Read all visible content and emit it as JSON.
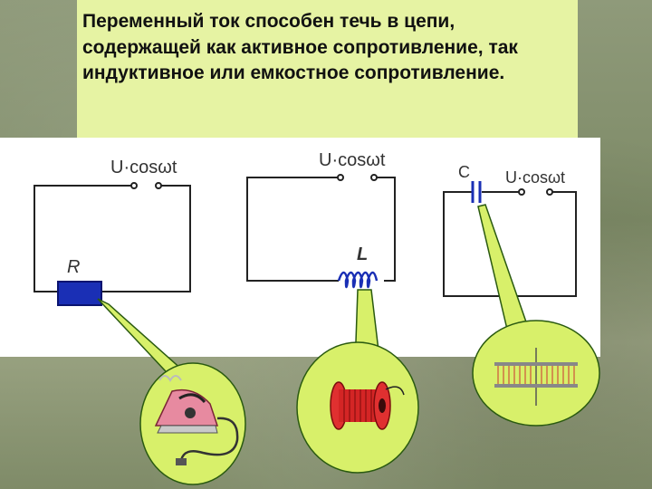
{
  "heading": {
    "text": "Переменный ток способен течь в цепи, содержащей как активное сопротивление, так индуктивное или емкостное сопротивление."
  },
  "circuits": [
    {
      "source_label": "U·cosωt",
      "element_label": "R",
      "element": "resistor",
      "color": "#1a2fb5"
    },
    {
      "source_label": "U·cosωt",
      "element_label": "L",
      "element": "inductor",
      "color": "#1a2fb5"
    },
    {
      "source_label": "U·cosωt",
      "element_label": "C",
      "element": "capacitor",
      "color": "#1a2fb5"
    }
  ],
  "illustrations": [
    {
      "icon": "electric-iron-icon"
    },
    {
      "icon": "wire-coil-icon"
    },
    {
      "icon": "capacitor-plates-icon"
    }
  ]
}
